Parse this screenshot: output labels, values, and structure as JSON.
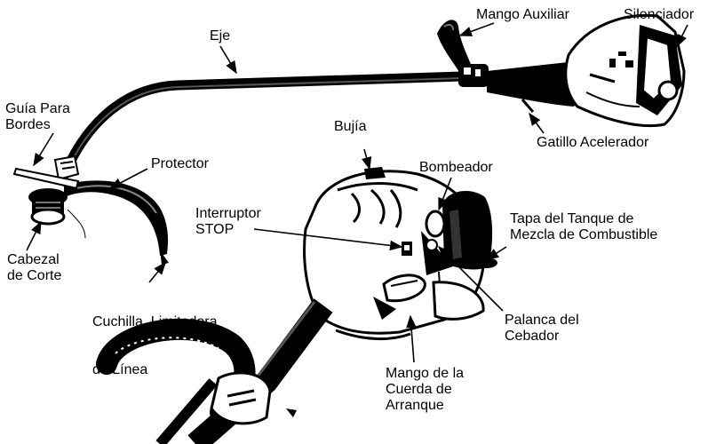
{
  "colors": {
    "ink": "#000000",
    "paper": "#ffffff",
    "mid_gray": "#555555",
    "light_gray": "#bdbdbd"
  },
  "labels": {
    "mango_auxiliar": "Mango Auxiliar",
    "silenciador": "Silenciador",
    "eje": "Eje",
    "guia_para_bordes": [
      "Guía Para",
      "Bordes"
    ],
    "gatillo_acelerador": "Gatillo Acelerador",
    "bujia": "Bujía",
    "protector": "Protector",
    "bombeador": "Bombeador",
    "interruptor_stop": [
      "Interruptor",
      "STOP"
    ],
    "tapa_tanque": [
      "Tapa del Tanque de",
      "Mezcla de Combustible"
    ],
    "cabezal_de_corte": [
      "Cabezal",
      "de Corte"
    ],
    "cuchilla_limitadora": [
      "Cuchilla  Limitadora",
      "de Línea"
    ],
    "palanca_cebador": [
      "Palanca del",
      "Cebador"
    ],
    "mango_cuerda": [
      "Mango de la",
      "Cuerda de",
      "Arranque"
    ]
  },
  "icons": [
    "arrow-icon"
  ]
}
